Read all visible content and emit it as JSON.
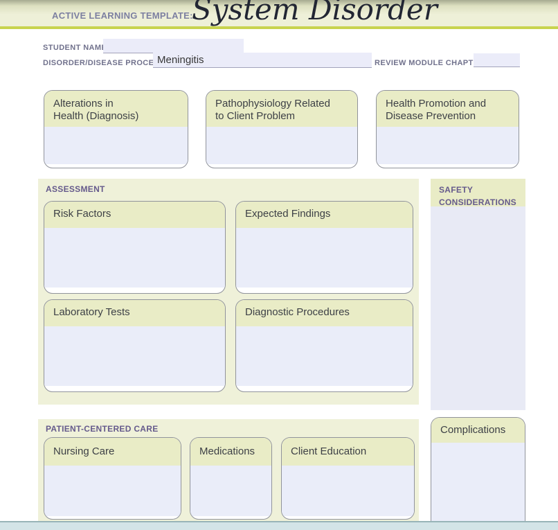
{
  "header": {
    "template_label": "ACTIVE LEARNING TEMPLATE:",
    "title": "System Disorder"
  },
  "form": {
    "student_name_label": "STUDENT NAME",
    "student_name_value": "",
    "disorder_label": "DISORDER/DISEASE PROCESS",
    "disorder_value": "Meningitis",
    "review_module_label": "REVIEW MODULE CHAPTER",
    "review_module_value": ""
  },
  "top_boxes": [
    {
      "title": "Alterations in\nHealth (Diagnosis)"
    },
    {
      "title": "Pathophysiology Related\nto Client Problem"
    },
    {
      "title": "Health Promotion and\nDisease Prevention"
    }
  ],
  "assessment": {
    "label": "ASSESSMENT",
    "boxes": [
      {
        "title": "Risk Factors"
      },
      {
        "title": "Expected Findings"
      },
      {
        "title": "Laboratory Tests"
      },
      {
        "title": "Diagnostic Procedures"
      }
    ]
  },
  "safety": {
    "label": "SAFETY\nCONSIDERATIONS"
  },
  "patient_centered_care": {
    "label": "PATIENT-CENTERED CARE",
    "boxes": [
      {
        "title": "Nursing Care"
      },
      {
        "title": "Medications"
      },
      {
        "title": "Client Education"
      }
    ]
  },
  "complications": {
    "title": "Complications"
  },
  "colors": {
    "band_bg": "#eef0d8",
    "accent_line": "#c8d34e",
    "section_bg": "#eff1d9",
    "card_head_bg": "#e9ecc6",
    "card_body_bg": "#eaedf9",
    "card_border": "#90939b",
    "section_label_purple": "#655a8c",
    "form_label_gray": "#70718c",
    "input_bg": "#ebecf9",
    "input_underline": "#a2a2ba",
    "title_ink": "#222633",
    "box_title_ink": "#3d4046",
    "bottom_bar": "#d3e4e7",
    "bottom_bar_edge": "#98b4b8"
  }
}
